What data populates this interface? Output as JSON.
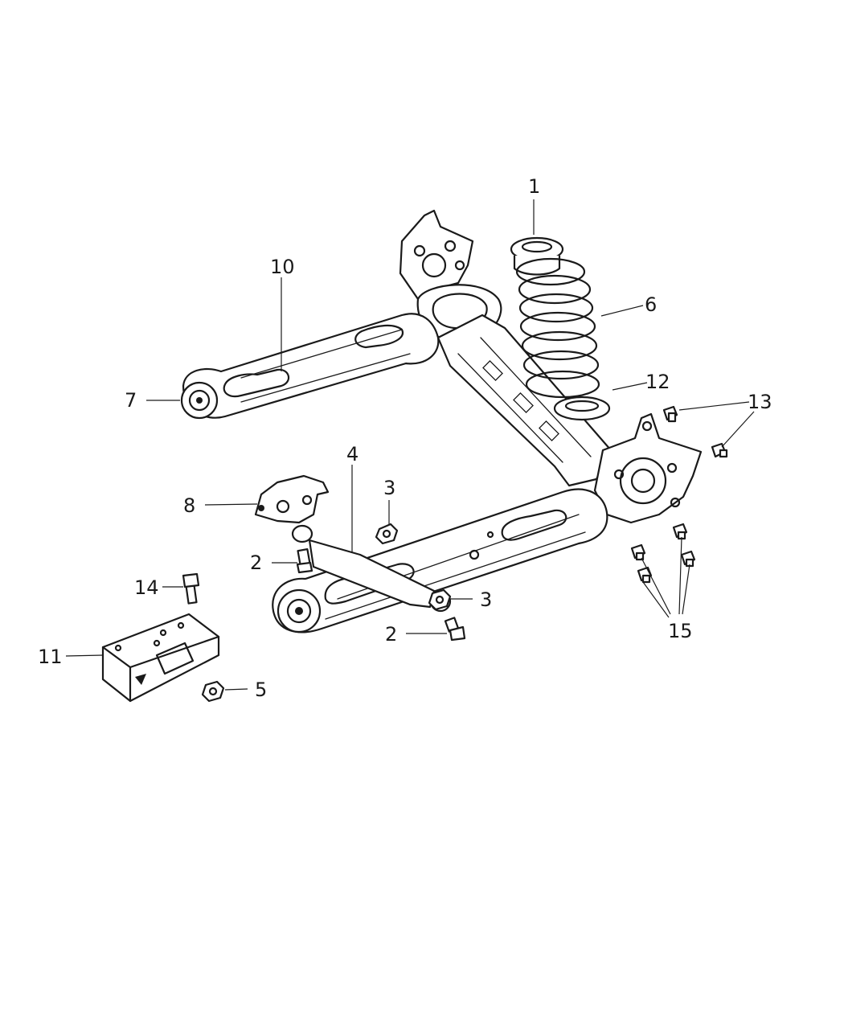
{
  "callouts": [
    {
      "id": "1",
      "label": "1"
    },
    {
      "id": "2a",
      "label": "2"
    },
    {
      "id": "2b",
      "label": "2"
    },
    {
      "id": "3a",
      "label": "3"
    },
    {
      "id": "3b",
      "label": "3"
    },
    {
      "id": "4",
      "label": "4"
    },
    {
      "id": "5",
      "label": "5"
    },
    {
      "id": "6",
      "label": "6"
    },
    {
      "id": "7",
      "label": "7"
    },
    {
      "id": "8",
      "label": "8"
    },
    {
      "id": "10",
      "label": "10"
    },
    {
      "id": "11",
      "label": "11"
    },
    {
      "id": "12",
      "label": "12"
    },
    {
      "id": "13",
      "label": "13"
    },
    {
      "id": "14",
      "label": "14"
    },
    {
      "id": "15",
      "label": "15"
    }
  ]
}
